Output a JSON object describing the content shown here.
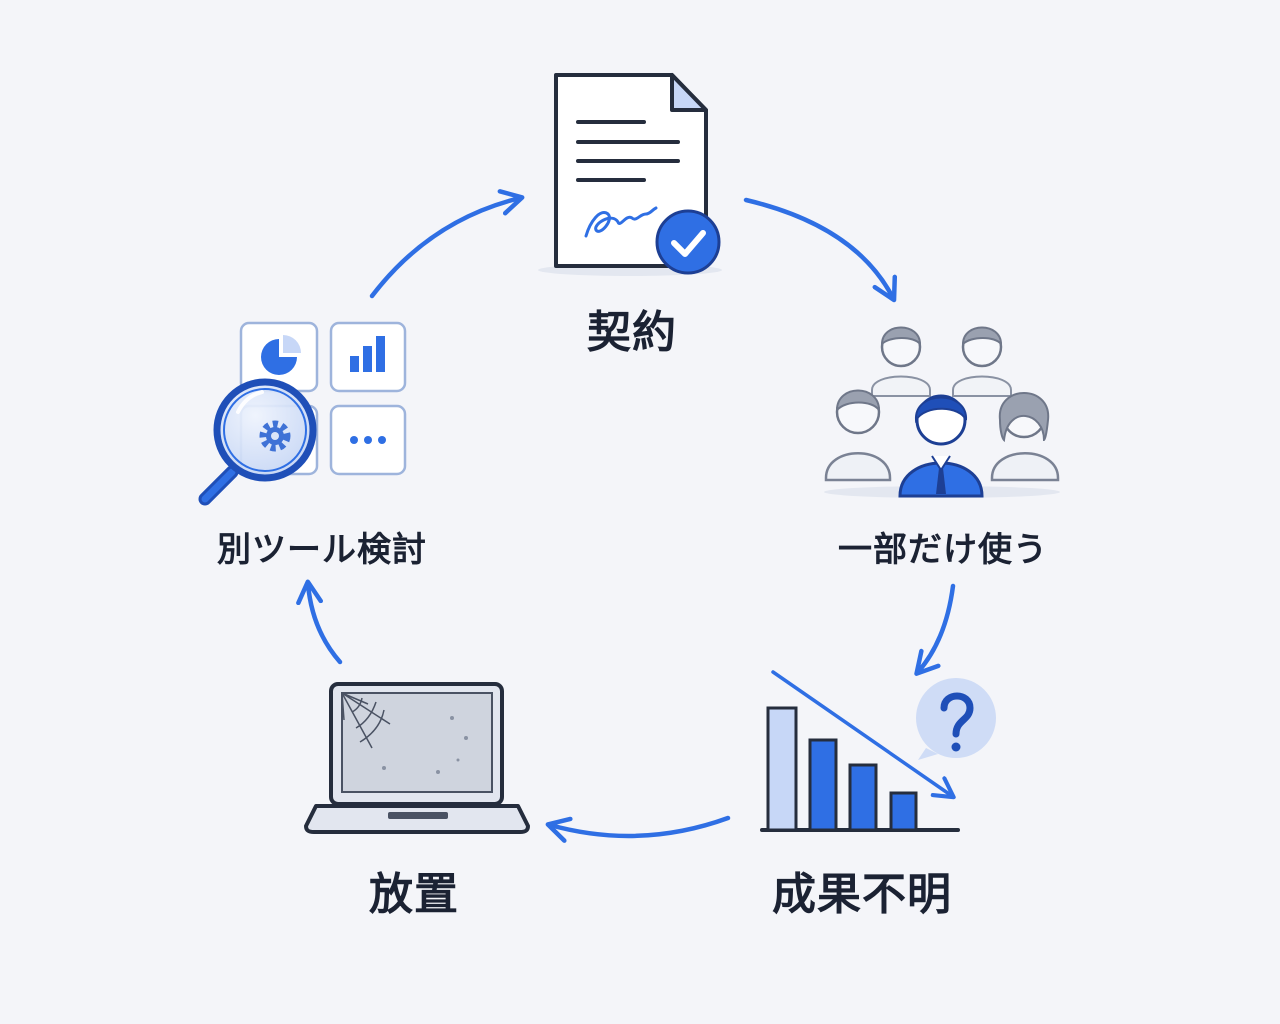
{
  "diagram": {
    "type": "cycle",
    "steps": [
      {
        "id": "contract",
        "label": "契約",
        "icon": "contract-document-icon"
      },
      {
        "id": "partial-use",
        "label": "一部だけ使う",
        "icon": "people-group-icon"
      },
      {
        "id": "results-unclear",
        "label": "成果不明",
        "icon": "declining-bar-chart-icon"
      },
      {
        "id": "neglect",
        "label": "放置",
        "icon": "dusty-laptop-icon"
      },
      {
        "id": "consider-other-tools",
        "label": "別ツール検討",
        "icon": "magnifier-tool-grid-icon"
      }
    ]
  },
  "colors": {
    "background": "#f4f5f9",
    "accent": "#2f6fe4",
    "dark_blue": "#1f4fb8",
    "light_blue": "#c7d7f7",
    "outline": "#252d3d",
    "text": "#1b2233"
  }
}
